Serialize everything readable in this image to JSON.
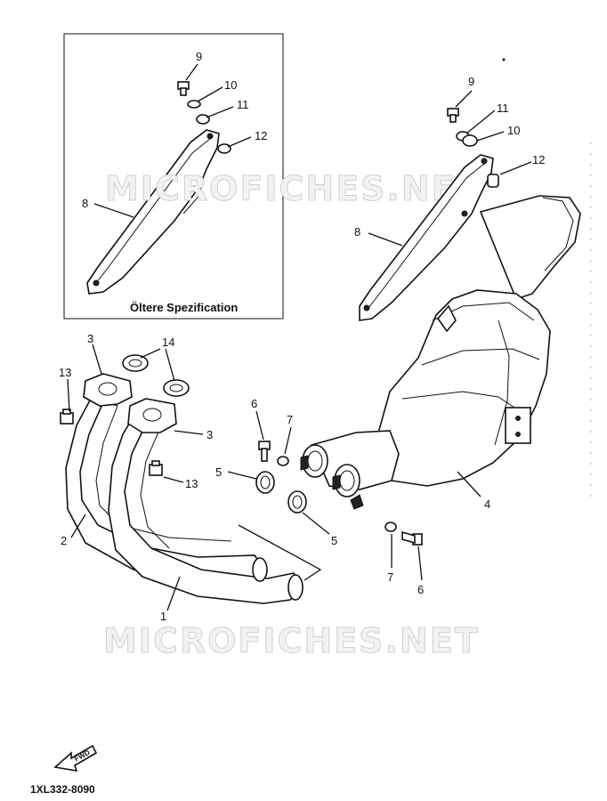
{
  "inset": {
    "caption": "Öltere Spezification",
    "callouts": {
      "screw": "9",
      "washer": "10",
      "nut": "11",
      "damper": "12",
      "protector": "8"
    }
  },
  "main": {
    "protector_callouts": {
      "screw": "9",
      "nut": "11",
      "washer": "10",
      "damper": "12",
      "protector": "8"
    },
    "callouts": {
      "pipe_1": "1",
      "pipe_2": "2",
      "flange_upper": "3",
      "flange_lower": "3",
      "gasket": "14",
      "nut_left": "13",
      "nut_right": "13",
      "muffler": "4",
      "clamp_gasket_left": "5",
      "clamp_gasket_right": "5",
      "bolt_upper": "6",
      "bolt_lower": "6",
      "washer_upper": "7",
      "washer_lower": "7"
    }
  },
  "watermarks": [
    "MICROFICHES.NET",
    "MICROFICHES.NET"
  ],
  "forward_arrow": {
    "label": "FWD"
  },
  "diagram_code": "1XL332-8090"
}
